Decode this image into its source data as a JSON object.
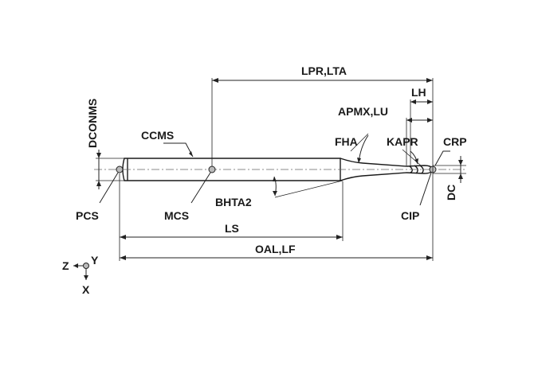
{
  "labels": {
    "lpr_lta": "LPR,LTA",
    "lh": "LH",
    "apmx_lu": "APMX,LU",
    "dconms": "DCONMS",
    "ccms": "CCMS",
    "fha": "FHA",
    "kapr": "KAPR",
    "crp": "CRP",
    "bhta2": "BHTA2",
    "dc": "DC",
    "pcs": "PCS",
    "mcs": "MCS",
    "cip": "CIP",
    "ls": "LS",
    "oal_lf": "OAL,LF"
  },
  "axes": {
    "z": "Z",
    "y": "Y",
    "x": "X"
  }
}
